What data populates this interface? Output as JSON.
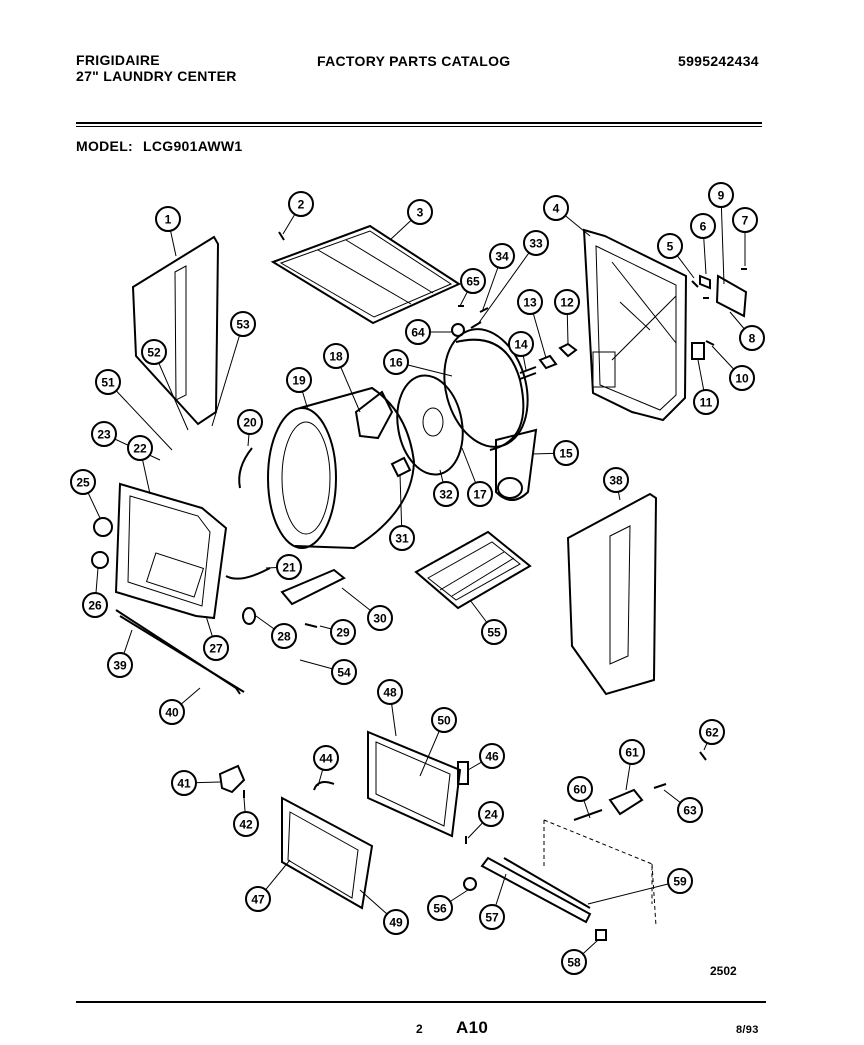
{
  "header": {
    "brand": "FRIGIDAIRE",
    "product": "27\" LAUNDRY CENTER",
    "catalog_title": "FACTORY PARTS CATALOG",
    "catalog_number": "5995242434",
    "model_label": "MODEL:",
    "model_number": "LCG901AWW1"
  },
  "diagram": {
    "callouts": [
      "1",
      "2",
      "3",
      "4",
      "5",
      "6",
      "7",
      "8",
      "9",
      "10",
      "11",
      "12",
      "13",
      "14",
      "15",
      "16",
      "17",
      "18",
      "19",
      "20",
      "21",
      "22",
      "23",
      "24",
      "25",
      "26",
      "27",
      "28",
      "29",
      "30",
      "31",
      "32",
      "33",
      "34",
      "38",
      "39",
      "40",
      "41",
      "42",
      "44",
      "46",
      "47",
      "48",
      "49",
      "50",
      "51",
      "52",
      "53",
      "54",
      "55",
      "56",
      "57",
      "58",
      "59",
      "60",
      "61",
      "62",
      "63",
      "64",
      "65"
    ],
    "figure_code": "2502"
  },
  "footer": {
    "page_number": "2",
    "page_code": "A10",
    "date": "8/93"
  }
}
